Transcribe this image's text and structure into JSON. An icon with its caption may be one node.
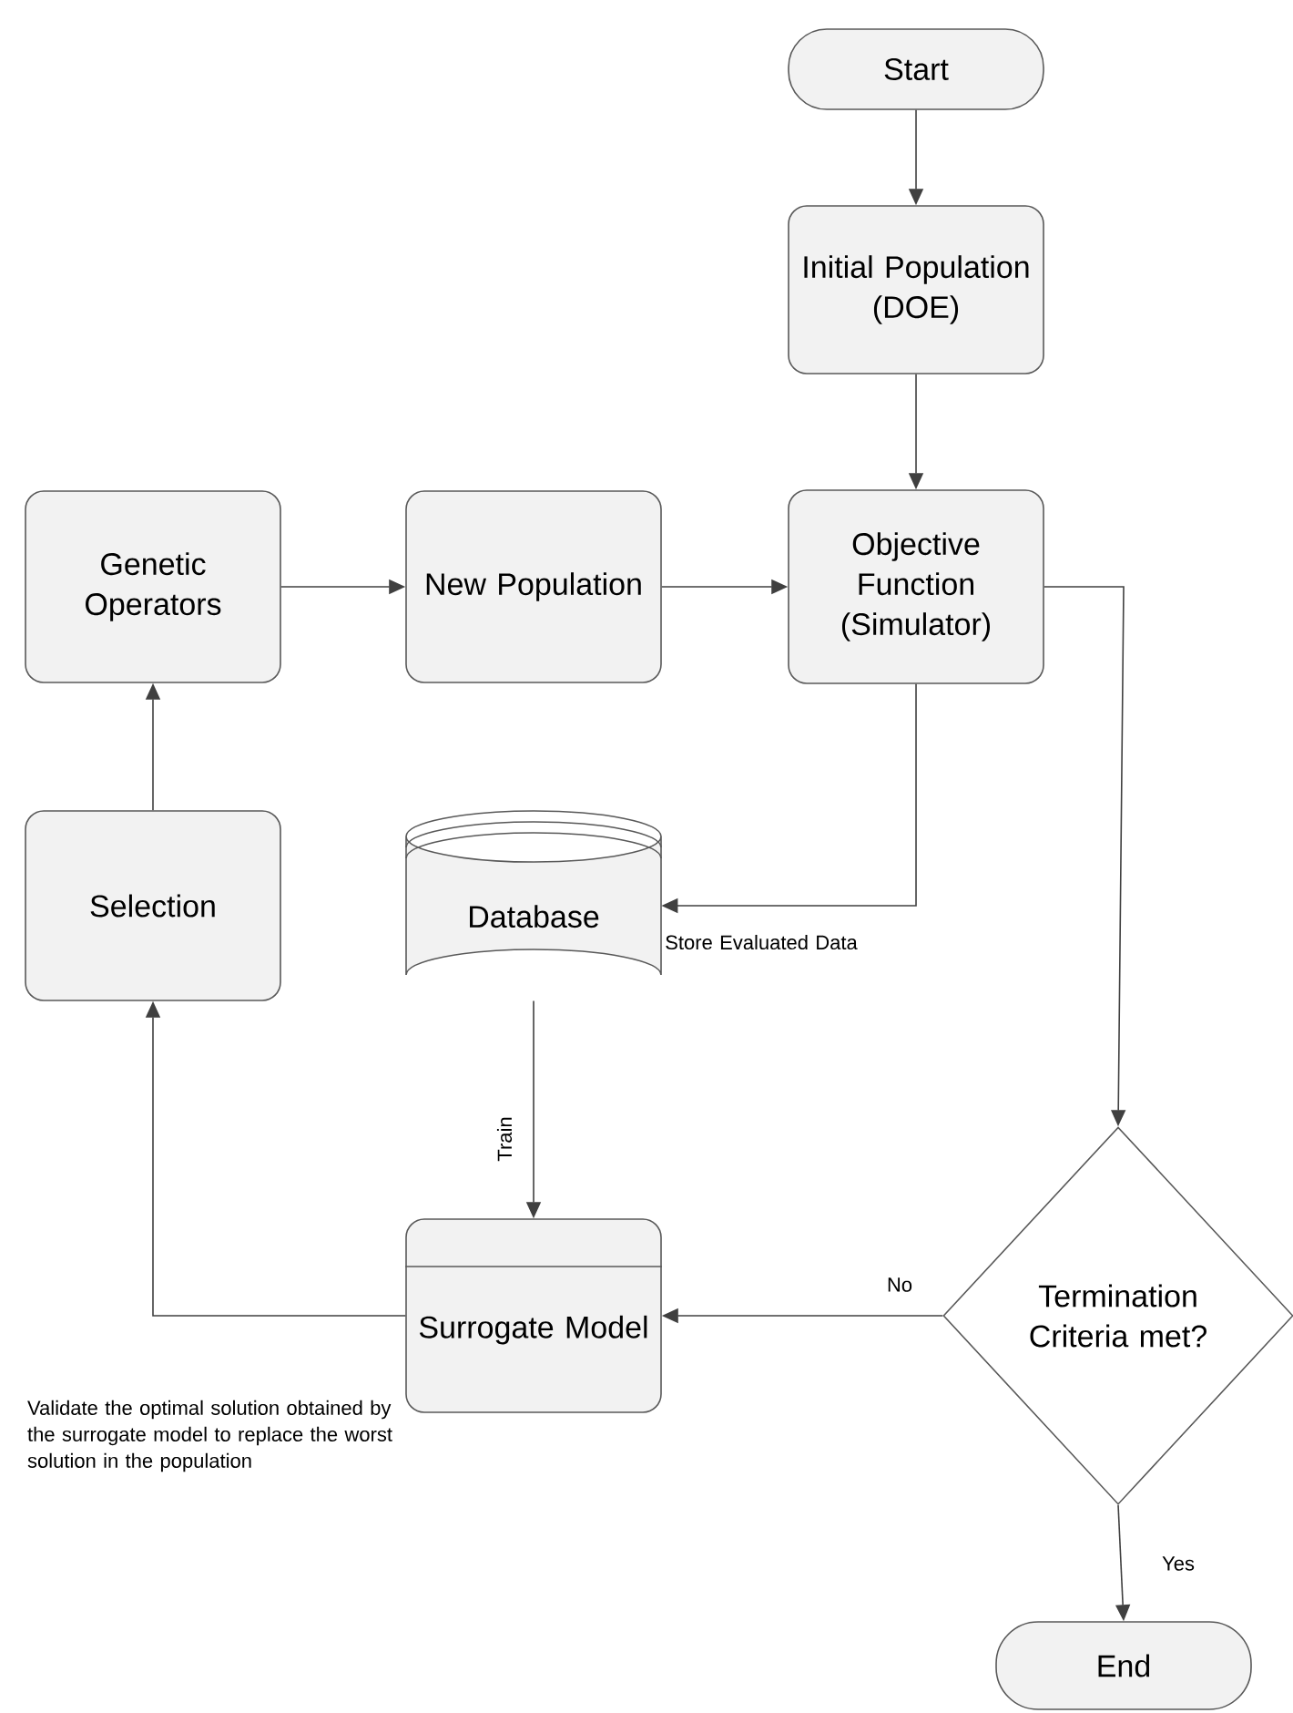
{
  "diagram": {
    "nodes": [
      {
        "text": [
          "Start"
        ]
      },
      {
        "text": [
          "Initial Population (DOE)"
        ]
      },
      {
        "text": [
          "Genetic Operators"
        ]
      },
      {
        "text": [
          "New Population"
        ]
      },
      {
        "text": [
          "Objective Function (Simulator)"
        ]
      },
      {
        "text": [
          "Selection"
        ]
      },
      {
        "text": [
          "Database"
        ]
      },
      {
        "text": [
          "Surrogate Model"
        ]
      },
      {
        "text": [
          "Termination Criteria met?"
        ]
      },
      {
        "text": [
          "End"
        ]
      }
    ],
    "edges": [
      {
        "from": 0,
        "to": 1,
        "arrow": "to"
      },
      {
        "from": 1,
        "to": 4,
        "arrow": "to"
      },
      {
        "from": 2,
        "to": 3,
        "arrow": "to"
      },
      {
        "from": 3,
        "to": 4,
        "arrow": "to"
      },
      {
        "from": 4,
        "to": 6,
        "arrow": "to",
        "label": "Store Evaluated Data"
      },
      {
        "from": 4,
        "to": 8,
        "arrow": "to"
      },
      {
        "from": 6,
        "to": 7,
        "arrow": "to",
        "label": "Train"
      },
      {
        "from": 8,
        "to": 7,
        "arrow": "to",
        "label": "No"
      },
      {
        "from": 7,
        "to": 5,
        "arrow": "to",
        "label": "Validate the optimal solution obtained by the surrogate model to replace the worst solution in the population"
      },
      {
        "from": 5,
        "to": 2,
        "arrow": "to"
      },
      {
        "from": 8,
        "to": 9,
        "arrow": "to",
        "label": "Yes"
      }
    ]
  }
}
